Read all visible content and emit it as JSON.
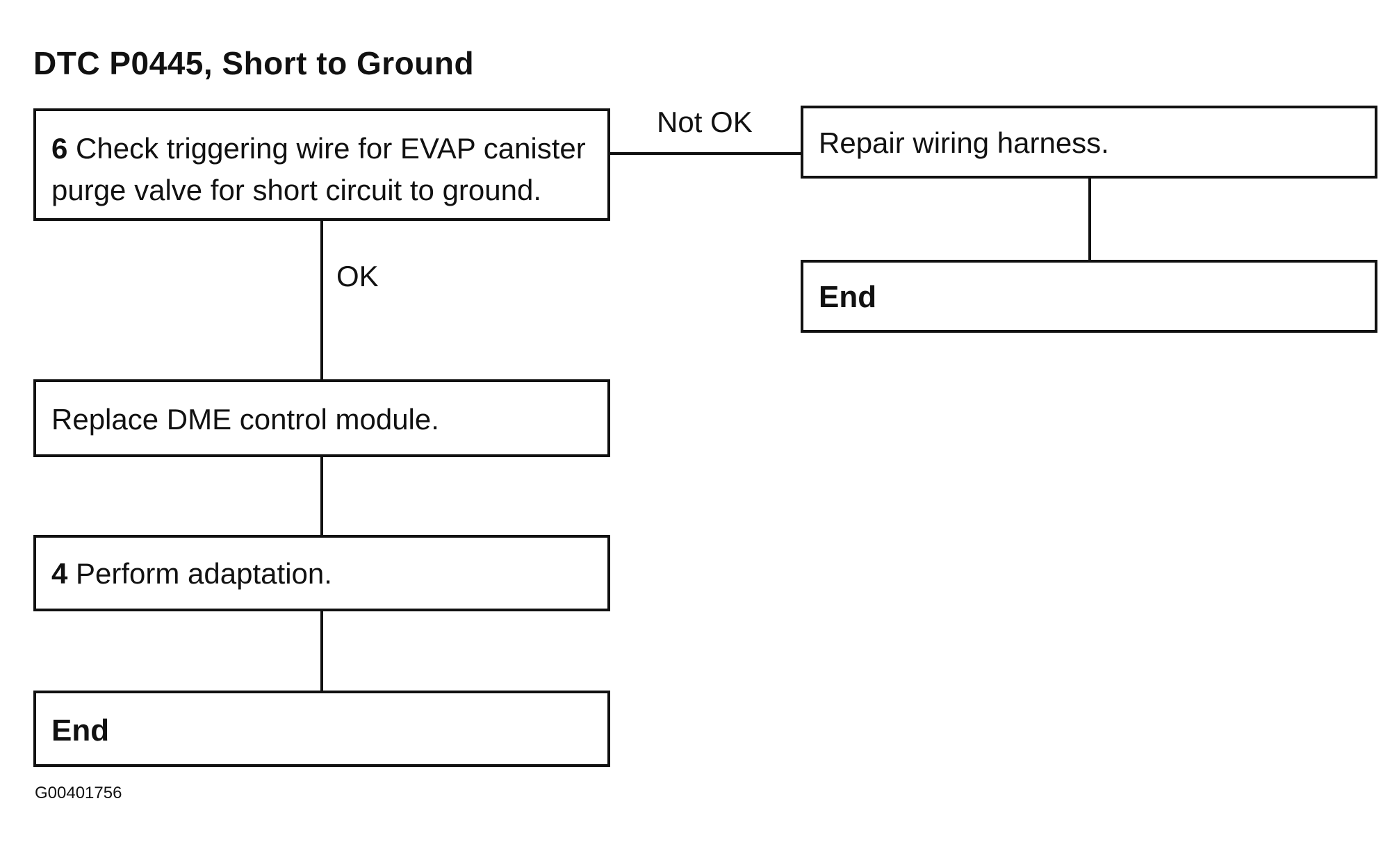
{
  "title": "DTC P0445, Short to Ground",
  "nodes": {
    "check_wire": {
      "step": "6",
      "text_line1": "Check triggering wire for EVAP canister",
      "text_line2": "purge valve for short circuit to ground."
    },
    "repair_wiring": {
      "text": "Repair wiring harness."
    },
    "end_right": {
      "text": "End"
    },
    "replace_dme": {
      "text": "Replace DME control module."
    },
    "perform_adaptation": {
      "step": "4",
      "text": "Perform adaptation."
    },
    "end_left": {
      "text": "End"
    }
  },
  "edges": {
    "not_ok_label": "Not OK",
    "ok_label": "OK"
  },
  "figure_id": "G00401756"
}
